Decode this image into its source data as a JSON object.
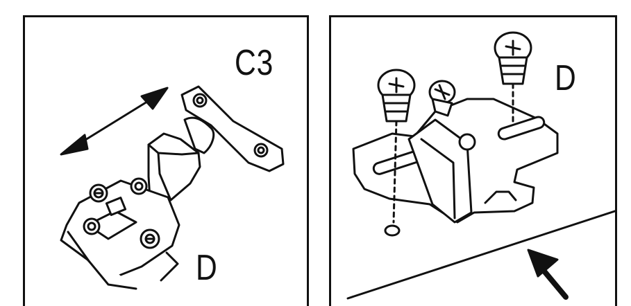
{
  "panels": {
    "left": {
      "label": "C3",
      "sublabel": "D"
    },
    "right": {
      "label": "D"
    }
  },
  "colors": {
    "ink": "#111111",
    "paper": "#ffffff"
  },
  "icons": [
    "double-arrow-icon",
    "screw-icon",
    "direction-arrow-icon"
  ]
}
